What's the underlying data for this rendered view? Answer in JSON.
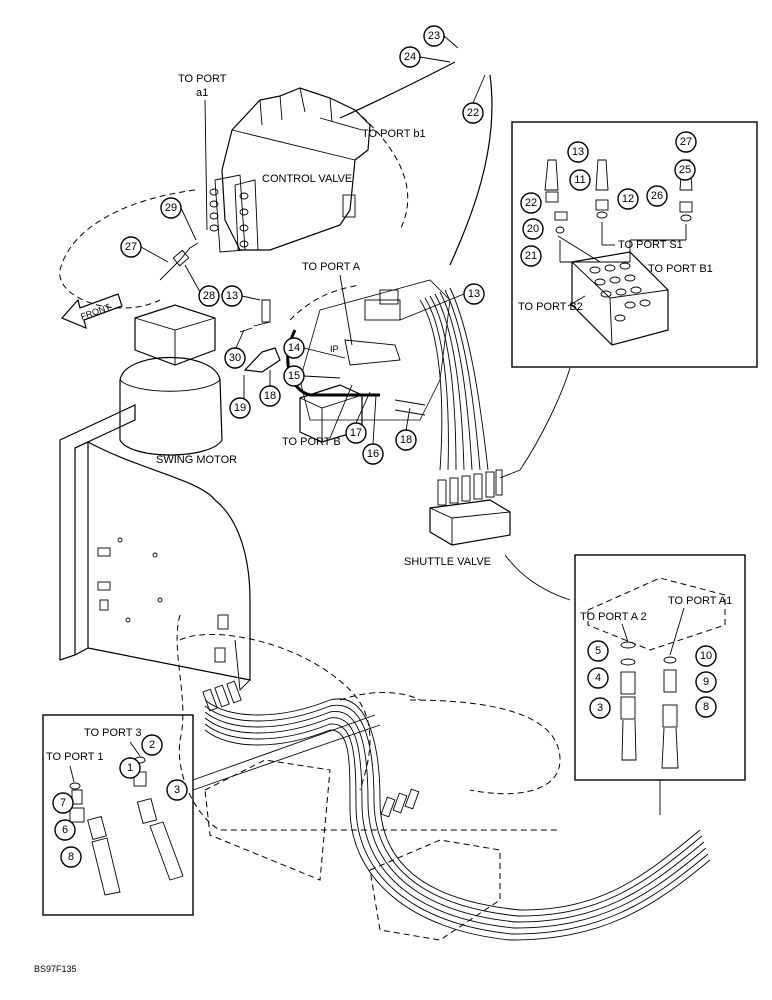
{
  "figure": {
    "code": "BS97F135",
    "labels": {
      "to_port_a1_top": "TO PORT\na1",
      "to_port_b1_top": "TO PORT b1",
      "control_valve": "CONTROL VALVE",
      "to_port_A": "TO PORT A",
      "to_port_B": "TO PORT B",
      "swing_motor": "SWING MOTOR",
      "shuttle_valve": "SHUTTLE VALVE",
      "front": "FRONT",
      "to_port_S1": "TO PORT S1",
      "to_port_B1": "TO PORT B1",
      "to_port_B2": "TO PORT B2",
      "to_port_A2": "TO PORT A 2",
      "to_port_A1": "TO PORT A1",
      "to_port_3": "TO PORT 3",
      "to_port_1": "TO PORT 1"
    },
    "callouts": [
      "1",
      "2",
      "3",
      "4",
      "5",
      "6",
      "7",
      "8",
      "9",
      "10",
      "11",
      "12",
      "13",
      "14",
      "15",
      "16",
      "17",
      "18",
      "19",
      "20",
      "21",
      "22",
      "23",
      "24",
      "25",
      "26",
      "27",
      "28",
      "29",
      "30"
    ]
  }
}
